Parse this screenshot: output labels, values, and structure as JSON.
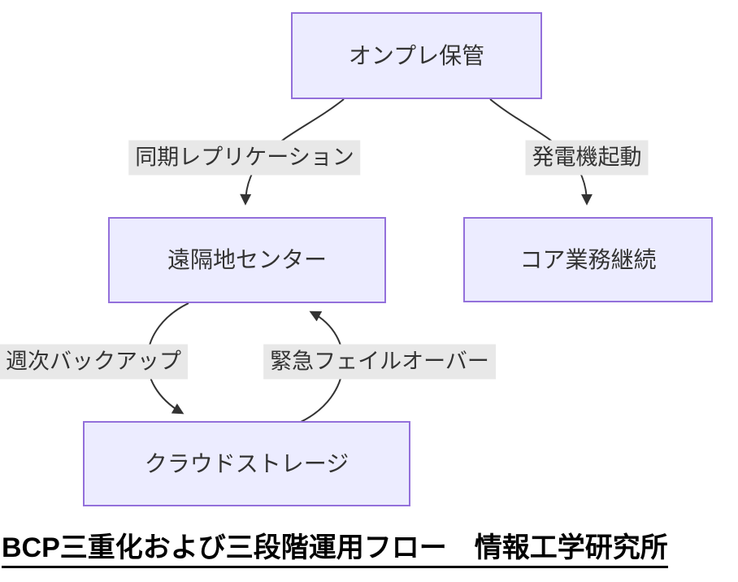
{
  "diagram": {
    "nodes": [
      {
        "id": "onprem",
        "label": "オンプレ保管"
      },
      {
        "id": "remote",
        "label": "遠隔地センター"
      },
      {
        "id": "core",
        "label": "コア業務継続"
      },
      {
        "id": "cloud",
        "label": "クラウドストレージ"
      }
    ],
    "edges": [
      {
        "from": "オンプレ保管",
        "to": "遠隔地センター",
        "label": "同期レプリケーション"
      },
      {
        "from": "オンプレ保管",
        "to": "コア業務継続",
        "label": "発電機起動"
      },
      {
        "from": "遠隔地センター",
        "to": "クラウドストレージ",
        "label": "週次バックアップ"
      },
      {
        "from": "クラウドストレージ",
        "to": "遠隔地センター",
        "label": "緊急フェイルオーバー"
      }
    ],
    "colors": {
      "node_fill": "#ECECFF",
      "node_border": "#9370DB",
      "edge_line": "#333333",
      "edge_label_bg": "#e8e8e8",
      "text": "#333333"
    }
  },
  "caption": {
    "text": "BCP三重化および三段階運用フロー　情報工学研究所"
  }
}
